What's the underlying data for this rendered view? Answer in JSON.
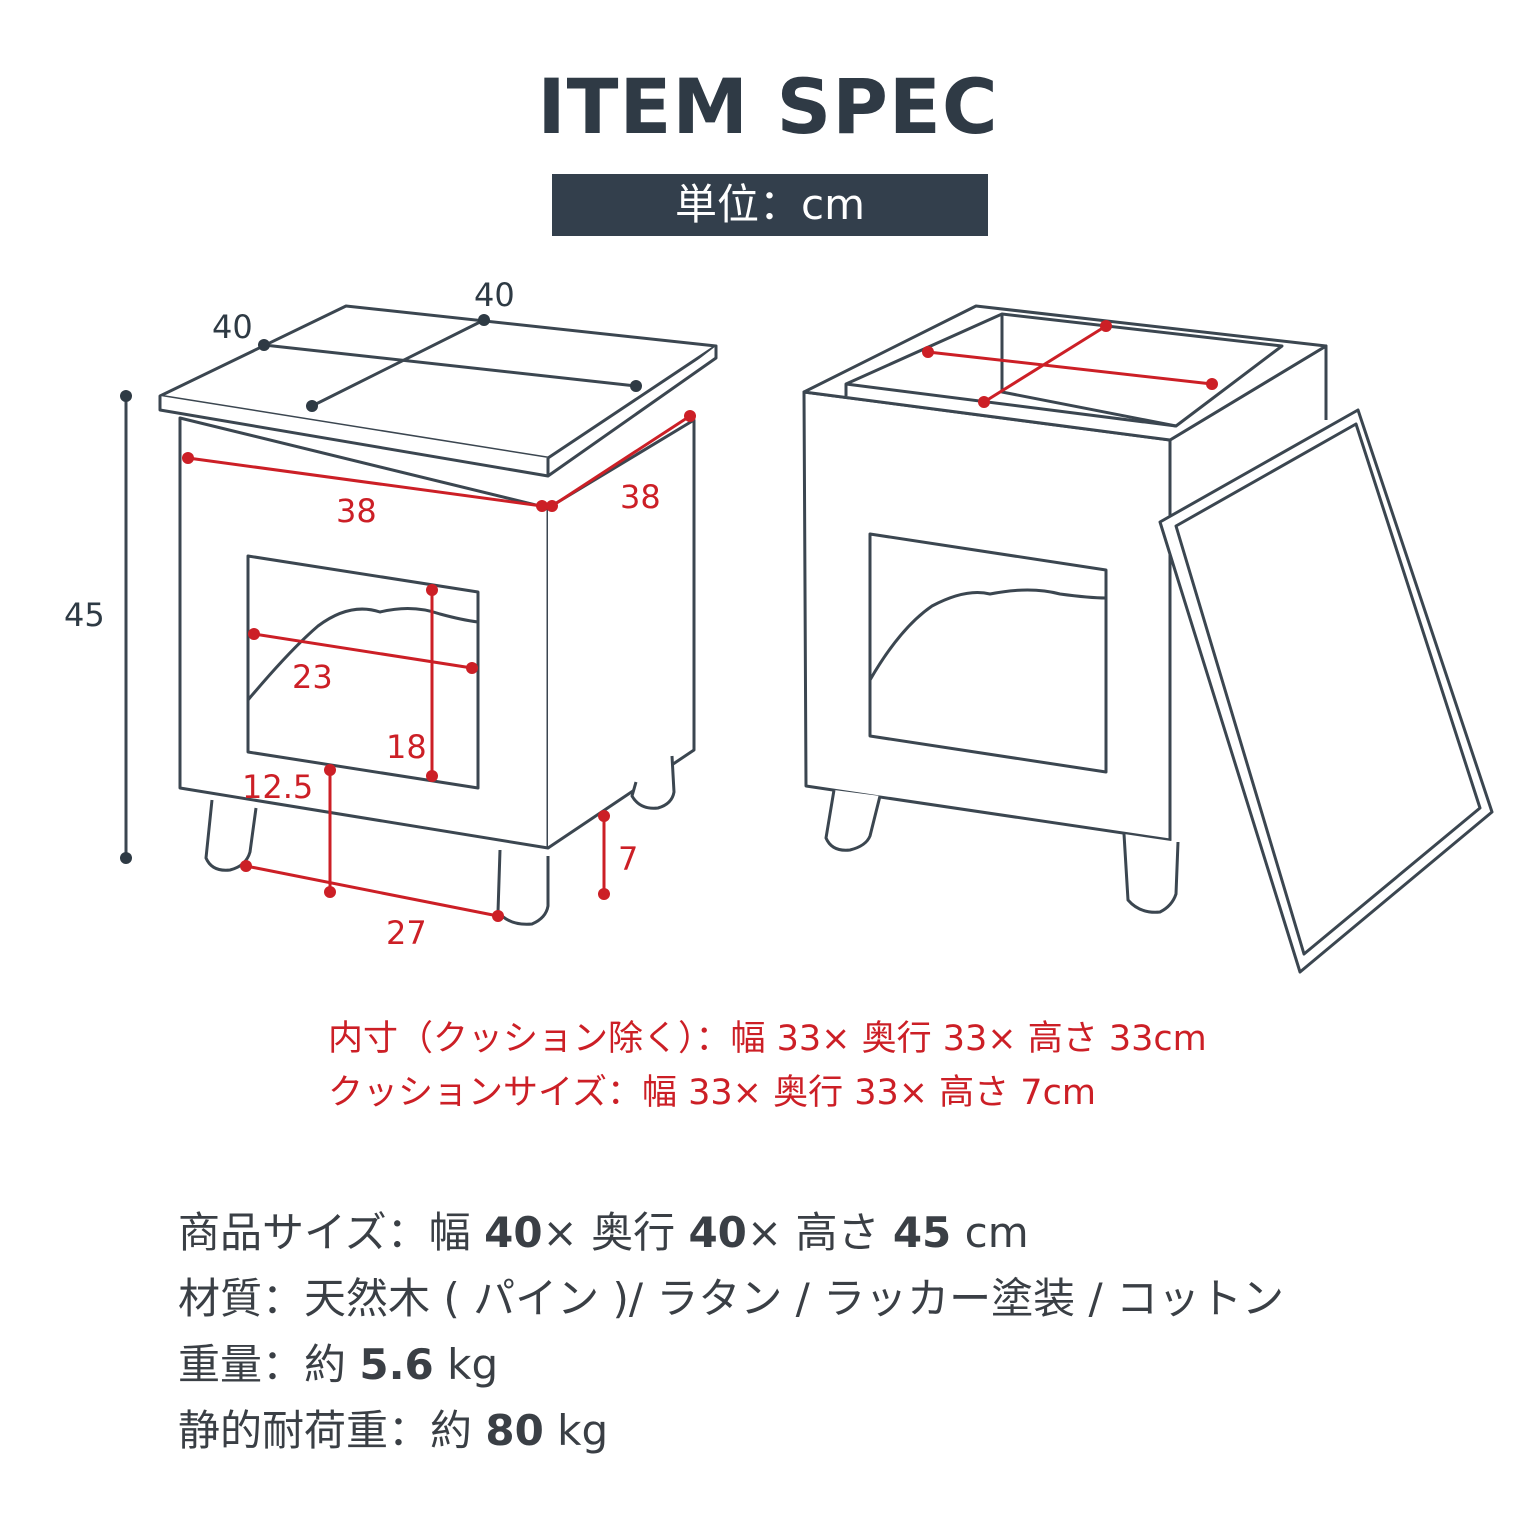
{
  "header": {
    "title": "ITEM SPEC",
    "unit_badge": "単位：cm"
  },
  "colors": {
    "dark": "#333f4c",
    "accent_red": "#cc1f26",
    "line": "#3b4650"
  },
  "diagram": {
    "left_view": {
      "top_width": "40",
      "top_depth": "40",
      "total_height": "45",
      "body_width": "38",
      "body_depth": "38",
      "opening_width": "23",
      "opening_height": "18",
      "opening_bottom_height": "12.5",
      "leg_span": "27",
      "leg_height": "7"
    }
  },
  "notes": {
    "inner": "内寸（クッション除く）：幅 33× 奥行 33× 高さ 33cm",
    "cushion": "クッションサイズ：幅 33× 奥行 33× 高さ 7cm"
  },
  "specs": {
    "size_label": "商品サイズ：幅 ",
    "size_w": "40",
    "size_mid1": "× 奥行 ",
    "size_d": "40",
    "size_mid2": "× 高さ ",
    "size_h": "45",
    "size_unit": " cm",
    "material": "材質：天然木 ( パイン )/ ラタン / ラッカー塗装 / コットン",
    "weight_label": "重量：約 ",
    "weight_value": "5.6",
    "weight_unit": " kg",
    "load_label": "静的耐荷重：約 ",
    "load_value": "80",
    "load_unit": " kg"
  }
}
